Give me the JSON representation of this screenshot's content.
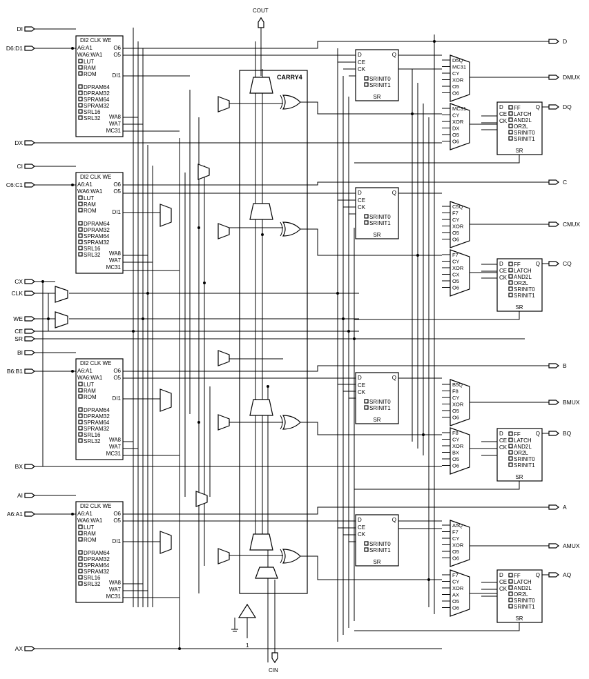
{
  "left_inputs": [
    "DI",
    "D6:D1",
    "DX",
    "CI",
    "C6:C1",
    "CX",
    "CLK",
    "WE",
    "CE",
    "SR",
    "BI",
    "B6:B1",
    "BX",
    "AI",
    "A6:A1",
    "AX"
  ],
  "right_outputs": [
    "D",
    "DMUX",
    "DQ",
    "C",
    "CMUX",
    "CQ",
    "B",
    "BMUX",
    "BQ",
    "A",
    "AMUX",
    "AQ"
  ],
  "top_output": "COUT",
  "bottom_input": "CIN",
  "carry_block": "CARRY4",
  "lut": {
    "top_ports": [
      "DI2",
      "CLK",
      "WE"
    ],
    "left_ports": [
      "A6:A1",
      "WA6:WA1"
    ],
    "right_ports": [
      "O6",
      "O5",
      "DI1"
    ],
    "options": [
      "LUT",
      "RAM",
      "ROM",
      "DPRAM64",
      "DPRAM32",
      "SPRAM64",
      "SPRAM32",
      "SRL16",
      "SRL32"
    ],
    "bottom_ports": [
      "WA8",
      "WA7",
      "MC31"
    ]
  },
  "ff_small": {
    "ports": [
      "D",
      "Q",
      "CE",
      "CK",
      "SR"
    ],
    "options": [
      "SRINIT0",
      "SRINIT1"
    ]
  },
  "ff_big": {
    "ports": [
      "D",
      "Q",
      "CE",
      "CK",
      "SR"
    ],
    "options": [
      "FF",
      "LATCH",
      "AND2L",
      "OR2L",
      "SRINIT0",
      "SRINIT1"
    ]
  },
  "mux_upper": [
    [
      "D5Q",
      "MC31",
      "CY",
      "XOR",
      "O5",
      "O6"
    ],
    [
      "C5Q",
      "F7",
      "CY",
      "XOR",
      "O5",
      "O6"
    ],
    [
      "B5Q",
      "F8",
      "CY",
      "XOR",
      "O5",
      "O6"
    ],
    [
      "A5Q",
      "F7",
      "CY",
      "XOR",
      "O5",
      "O6"
    ]
  ],
  "mux_lower": [
    [
      "MC31",
      "CY",
      "XOR",
      "DX",
      "O5",
      "O6"
    ],
    [
      "F7",
      "CY",
      "XOR",
      "CX",
      "O5",
      "O6"
    ],
    [
      "F8",
      "CY",
      "XOR",
      "BX",
      "O5",
      "O6"
    ],
    [
      "F7",
      "CY",
      "XOR",
      "AX",
      "O5",
      "O6"
    ]
  ],
  "const_one": "1"
}
